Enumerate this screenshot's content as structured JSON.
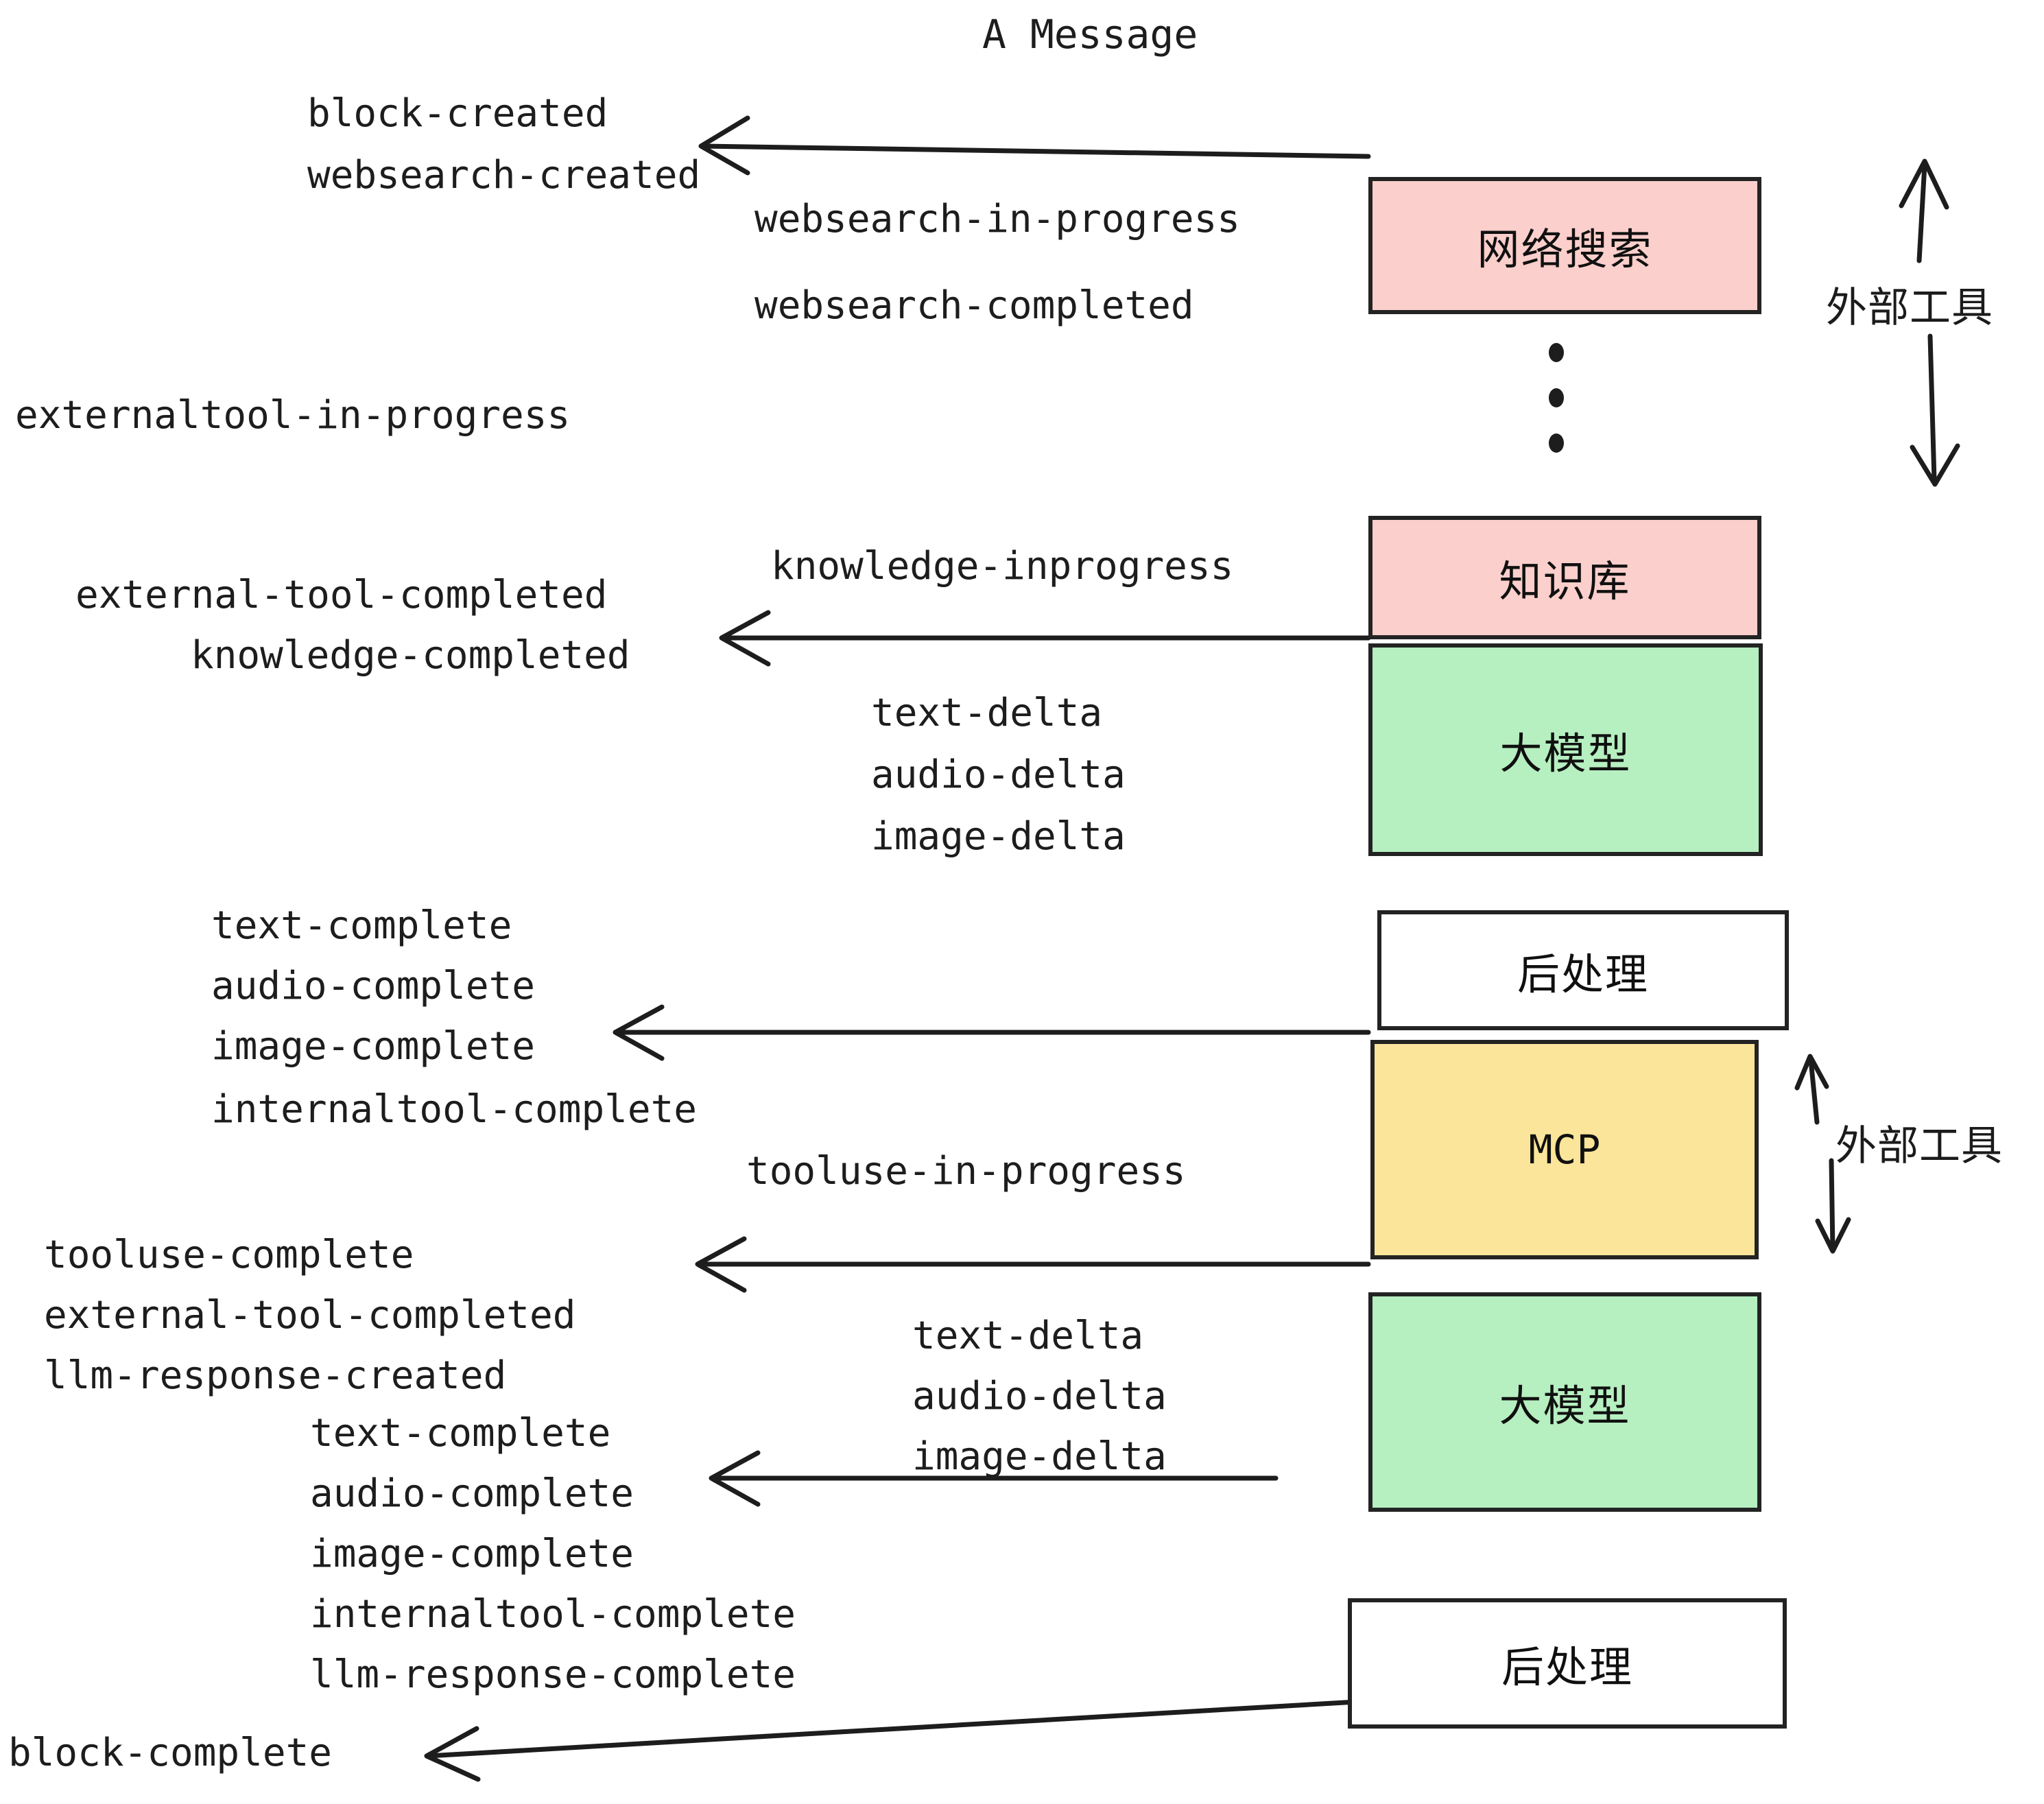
{
  "title": "A Message",
  "colors": {
    "pink": "#FBCFCB",
    "green": "#B6EFC0",
    "yellow": "#FAE59A",
    "white": "#FFFFFF",
    "stroke": "#232323",
    "text": "#1d1d1d"
  },
  "boxes": [
    {
      "id": "websearch",
      "label": "网络搜索",
      "fill": "pink"
    },
    {
      "id": "knowledge",
      "label": "知识库",
      "fill": "pink"
    },
    {
      "id": "llm-top",
      "label": "大模型",
      "fill": "green"
    },
    {
      "id": "postprocess-top",
      "label": "后处理",
      "fill": "white"
    },
    {
      "id": "mcp",
      "label": "MCP",
      "fill": "yellow"
    },
    {
      "id": "llm-bottom",
      "label": "大模型",
      "fill": "green"
    },
    {
      "id": "postprocess-bottom",
      "label": "后处理",
      "fill": "white"
    }
  ],
  "side_labels": [
    {
      "id": "external-tools-top",
      "label": "外部工具"
    },
    {
      "id": "external-tools-bottom",
      "label": "外部工具"
    }
  ],
  "events": {
    "block_created": "block-created",
    "websearch_created": "websearch-created",
    "websearch_in_progress": "websearch-in-progress",
    "websearch_completed": "websearch-completed",
    "externaltool_in_progress": "externaltool-in-progress",
    "knowledge_inprogress": "knowledge-inprogress",
    "external_tool_completed_1": "external-tool-completed",
    "knowledge_completed": "knowledge-completed",
    "text_delta_1": "text-delta",
    "audio_delta_1": "audio-delta",
    "image_delta_1": "image-delta",
    "text_complete_1": "text-complete",
    "audio_complete_1": "audio-complete",
    "image_complete_1": "image-complete",
    "internaltool_complete_1": "internaltool-complete",
    "tooluse_in_progress": "tooluse-in-progress",
    "tooluse_complete": "tooluse-complete",
    "external_tool_completed_2": "external-tool-completed",
    "llm_response_created": "llm-response-created",
    "text_delta_2": "text-delta",
    "audio_delta_2": "audio-delta",
    "image_delta_2": "image-delta",
    "text_complete_2": "text-complete",
    "audio_complete_2": "audio-complete",
    "image_complete_2": "image-complete",
    "internaltool_complete_2": "internaltool-complete",
    "llm_response_complete": "llm-response-complete",
    "block_complete": "block-complete"
  },
  "ellipsis": {
    "id": "vertical-ellipsis",
    "dot_count": 3
  }
}
